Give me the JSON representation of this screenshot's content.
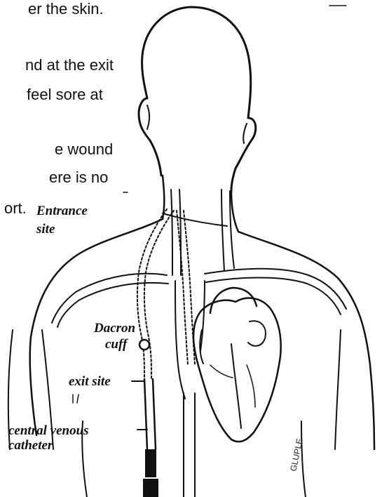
{
  "body_text": {
    "lines": [
      "er the skin.",
      "nd at the exit",
      "feel sore at",
      "e wound",
      "ere is no",
      "ort."
    ]
  },
  "labels": {
    "entrance_site": [
      "Entrance",
      "site"
    ],
    "dacron_cuff": [
      "Dacron",
      "cuff"
    ],
    "exit_site": "exit site",
    "central_venous_catheter": [
      "central venous",
      "catheter"
    ]
  },
  "signature": "GLUPLE"
}
